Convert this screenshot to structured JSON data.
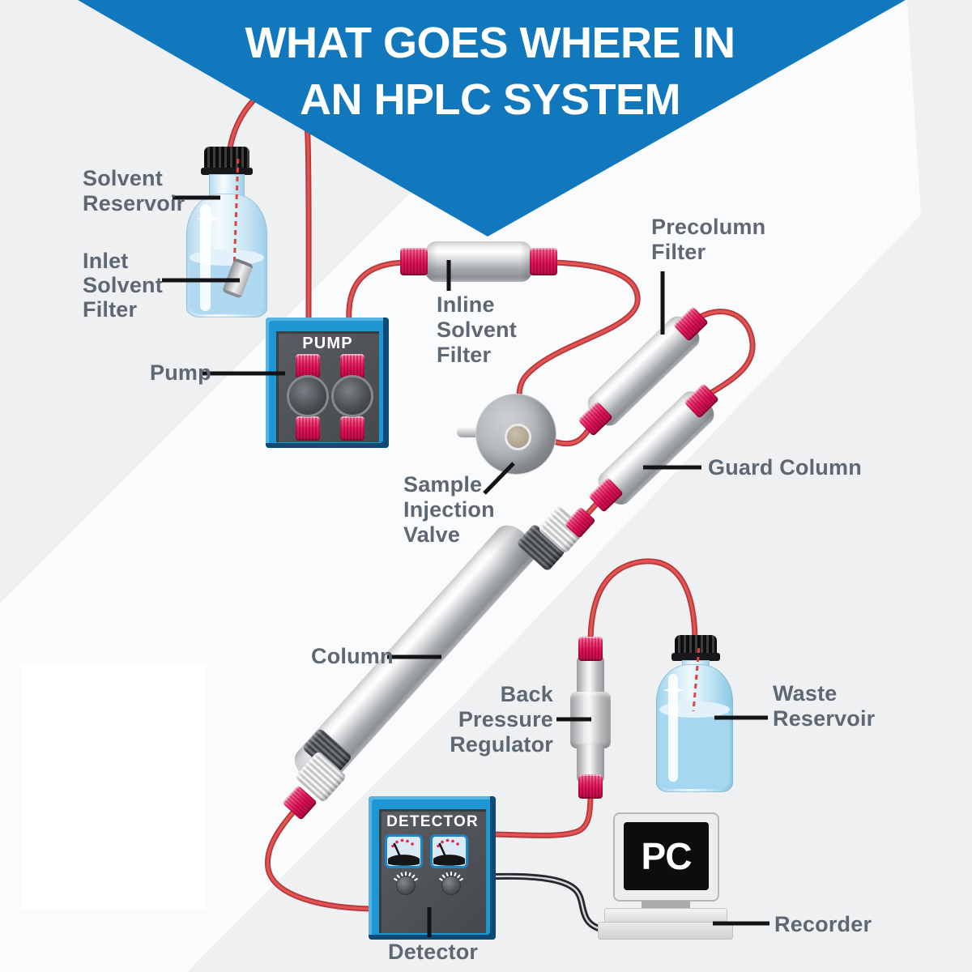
{
  "title": {
    "line1": "WHAT GOES WHERE IN",
    "line2": "AN HPLC SYSTEM"
  },
  "devices": {
    "pump": "PUMP",
    "detector": "DETECTOR",
    "pc": "PC"
  },
  "labels": {
    "solvent_reservoir": {
      "line1": "Solvent",
      "line2": "Reservoir"
    },
    "inlet_solvent_filter": {
      "line1": "Inlet",
      "line2": "Solvent",
      "line3": "Filter"
    },
    "pump": "Pump",
    "inline_solvent_filter": {
      "line1": "Inline",
      "line2": "Solvent",
      "line3": "Filter"
    },
    "precolumn_filter": {
      "line1": "Precolumn",
      "line2": "Filter"
    },
    "sample_injection_valve": {
      "line1": "Sample",
      "line2": "Injection",
      "line3": "Valve"
    },
    "guard_column": "Guard Column",
    "column": "Column",
    "back_pressure_regulator": {
      "line1": "Back",
      "line2": "Pressure",
      "line3": "Regulator"
    },
    "waste_reservoir": {
      "line1": "Waste",
      "line2": "Reservoir"
    },
    "detector": "Detector",
    "recorder": "Recorder"
  },
  "colors": {
    "banner_blue": "#1278bd",
    "device_blue": "#1e96d3",
    "tube_red": "#e25550",
    "tube_red_dark": "#b8383f",
    "fitting_pink": "#e8135c",
    "label_gray": "#5d6873",
    "cable_black": "#26272a"
  }
}
